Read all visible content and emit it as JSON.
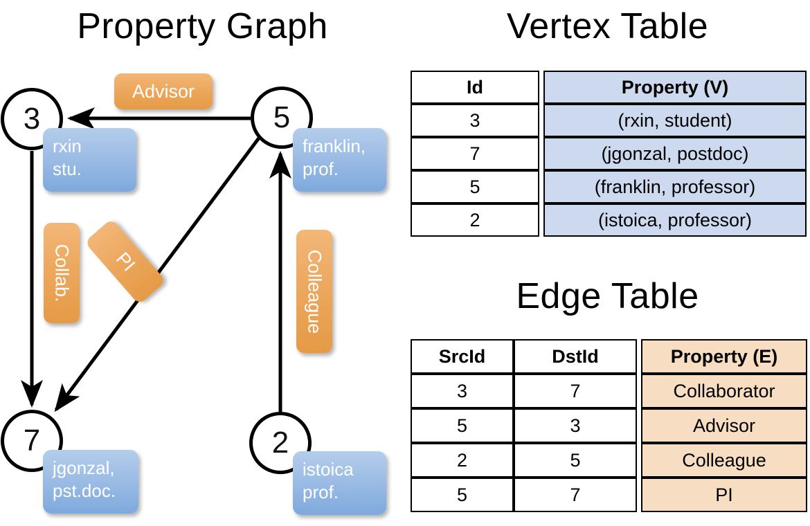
{
  "titles": {
    "property_graph": "Property Graph",
    "vertex_table": "Vertex Table",
    "edge_table": "Edge Table"
  },
  "colors": {
    "vertex_property_fill": "#ccd9ee",
    "edge_property_fill": "#f7dec2",
    "callout_blue": "#9dbde5",
    "callout_orange": "#eda85f",
    "stroke": "#000000",
    "background": "#ffffff"
  },
  "graph": {
    "nodes": [
      {
        "id": "3",
        "property_text": "rxin\nstu."
      },
      {
        "id": "5",
        "property_text": "franklin,\nprof."
      },
      {
        "id": "7",
        "property_text": "jgonzal,\npst.doc."
      },
      {
        "id": "2",
        "property_text": "istoica\nprof."
      }
    ],
    "edge_labels": [
      {
        "key": "advisor",
        "label": "Advisor",
        "orientation": "horizontal"
      },
      {
        "key": "collab",
        "label": "Collab.",
        "orientation": "vertical"
      },
      {
        "key": "pi",
        "label": "PI",
        "orientation": "diagonal"
      },
      {
        "key": "colleague",
        "label": "Colleague",
        "orientation": "vertical"
      }
    ],
    "edges": [
      {
        "src": "5",
        "dst": "3",
        "label": "Advisor"
      },
      {
        "src": "3",
        "dst": "7",
        "label": "Collab."
      },
      {
        "src": "5",
        "dst": "7",
        "label": "PI"
      },
      {
        "src": "2",
        "dst": "5",
        "label": "Colleague"
      }
    ]
  },
  "vertex_table": {
    "headers": [
      "Id",
      "Property (V)"
    ],
    "rows": [
      {
        "id": "3",
        "property": "(rxin, student)"
      },
      {
        "id": "7",
        "property": "(jgonzal, postdoc)"
      },
      {
        "id": "5",
        "property": "(franklin, professor)"
      },
      {
        "id": "2",
        "property": "(istoica, professor)"
      }
    ]
  },
  "edge_table": {
    "headers": [
      "SrcId",
      "DstId",
      "Property (E)"
    ],
    "rows": [
      {
        "src": "3",
        "dst": "7",
        "property": "Collaborator"
      },
      {
        "src": "5",
        "dst": "3",
        "property": "Advisor"
      },
      {
        "src": "2",
        "dst": "5",
        "property": "Colleague"
      },
      {
        "src": "5",
        "dst": "7",
        "property": "PI"
      }
    ]
  }
}
